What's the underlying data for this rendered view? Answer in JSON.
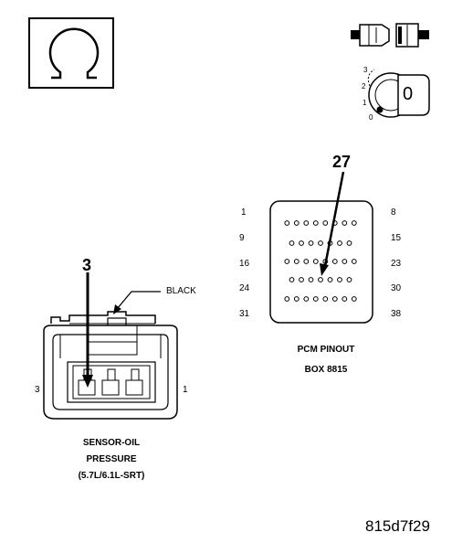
{
  "ohmmeter": {
    "symbol": "Ω"
  },
  "ignition": {
    "positions": [
      "3",
      "2",
      "1",
      "0"
    ],
    "key_label": "0"
  },
  "pcm": {
    "callout": "27",
    "row_start_pins": [
      "1",
      "9",
      "16",
      "24",
      "31"
    ],
    "row_end_pins": [
      "8",
      "15",
      "23",
      "30",
      "38"
    ],
    "caption_line1": "PCM PINOUT",
    "caption_line2": "BOX 8815"
  },
  "sensor": {
    "callout": "3",
    "wire_color": "BLACK",
    "pin_left": "3",
    "pin_right": "1",
    "caption_line1": "SENSOR-OIL",
    "caption_line2": "PRESSURE",
    "caption_line3": "(5.7L/6.1L-SRT)"
  },
  "figure_id": "815d7f29"
}
